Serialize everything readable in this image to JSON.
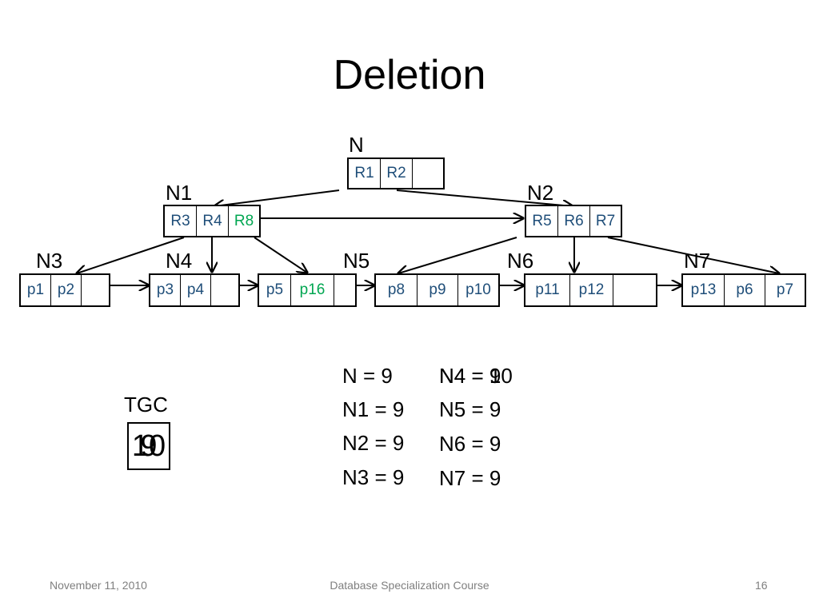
{
  "title": "Deletion",
  "tree": {
    "root": {
      "label": "N",
      "cells": [
        {
          "text": "R1"
        },
        {
          "text": "R2"
        },
        {
          "text": ""
        }
      ]
    },
    "level1": [
      {
        "label": "N1",
        "cells": [
          {
            "text": "R3"
          },
          {
            "text": "R4"
          },
          {
            "text": "R8",
            "highlight": true
          }
        ]
      },
      {
        "label": "N2",
        "cells": [
          {
            "text": "R5"
          },
          {
            "text": "R6"
          },
          {
            "text": "R7"
          }
        ]
      }
    ],
    "leaves": [
      {
        "label": "N3",
        "cells": [
          {
            "text": "p1"
          },
          {
            "text": "p2"
          },
          {
            "text": ""
          }
        ]
      },
      {
        "label": "N4",
        "cells": [
          {
            "text": "p3"
          },
          {
            "text": "p4"
          },
          {
            "text": ""
          }
        ]
      },
      {
        "label": "",
        "cells": [
          {
            "text": "p5"
          },
          {
            "text": "p16",
            "highlight": true
          },
          {
            "text": ""
          }
        ]
      },
      {
        "label": "N5",
        "cells": [
          {
            "text": "p8"
          },
          {
            "text": "p9"
          },
          {
            "text": "p10"
          }
        ]
      },
      {
        "label": "N6",
        "cells": [
          {
            "text": "p11"
          },
          {
            "text": "p12"
          },
          {
            "text": ""
          }
        ]
      },
      {
        "label": "N7",
        "cells": [
          {
            "text": "p13"
          },
          {
            "text": "p6"
          },
          {
            "text": "p7"
          }
        ]
      }
    ]
  },
  "counters": {
    "left": [
      "N = 9",
      "N1 = 9",
      "N2 = 9",
      "N3 = 9"
    ],
    "right": [
      "N4 = 9",
      "N5 = 9",
      "N6 = 9",
      "N7 = 9"
    ],
    "right_overlay": "N4 = 10"
  },
  "tgc": {
    "label": "TGC",
    "value_old": "9",
    "value_new": "10"
  },
  "footer": {
    "date": "November 11, 2010",
    "course": "Database Specialization Course",
    "page": "16"
  },
  "colors": {
    "pointer_text": "#1f4e79",
    "highlight": "#00a651",
    "footer_text": "#7f7f7f"
  }
}
